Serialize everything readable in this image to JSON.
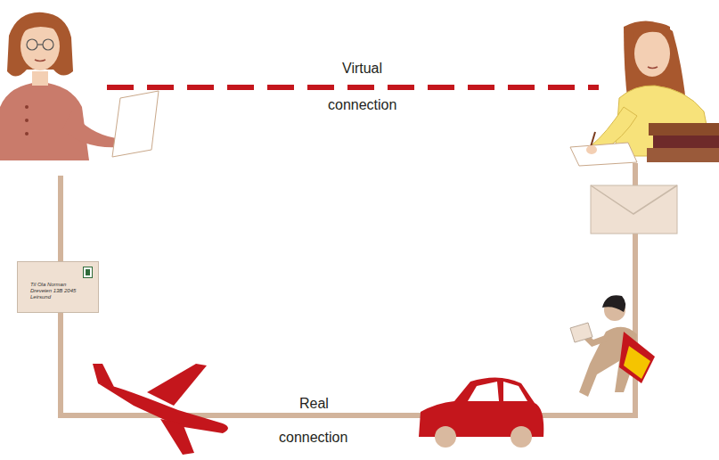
{
  "diagram": {
    "nodes": [
      {
        "text": [
          "Til Ola Norman Dreveien 13B 2045 Leirsund"
        ]
      }
    ],
    "labels": [
      "Virtual",
      "connection",
      "Real",
      "connection"
    ]
  }
}
